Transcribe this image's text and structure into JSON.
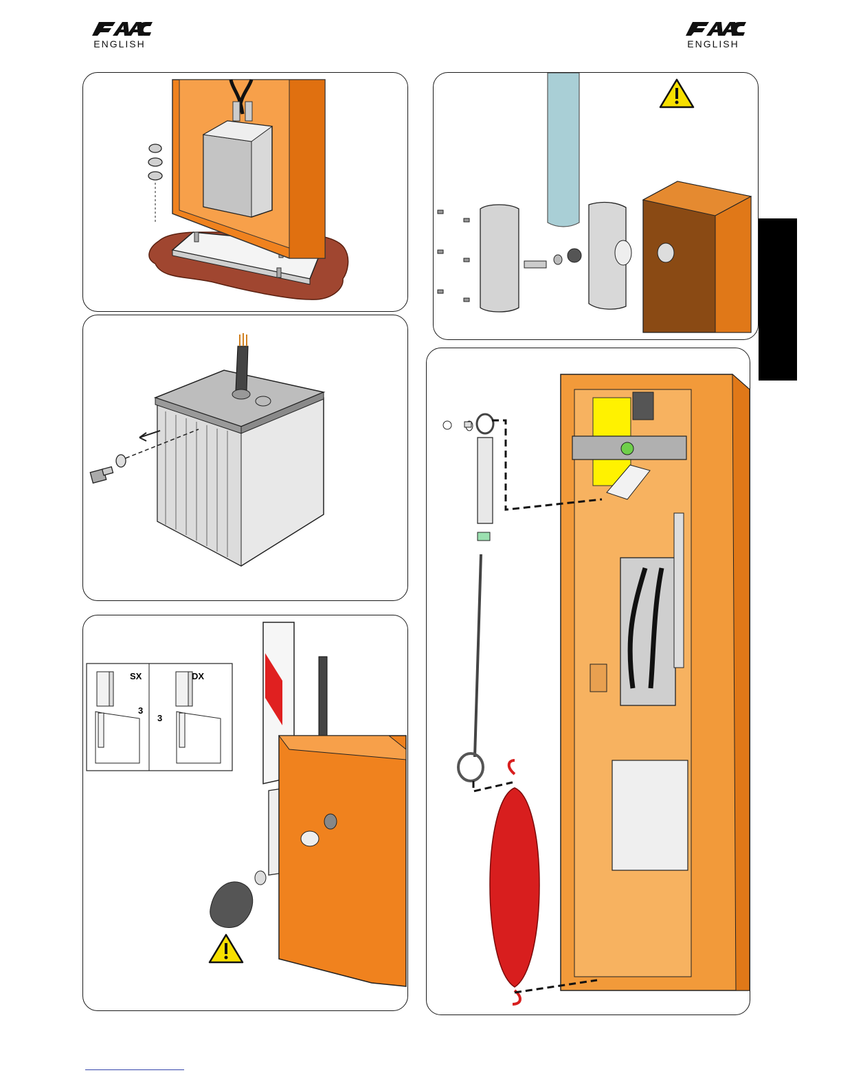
{
  "header": {
    "left": {
      "logo_icon": "faac-logo-icon",
      "language": "ENGLISH"
    },
    "right": {
      "logo_icon": "faac-logo-icon",
      "language": "ENGLISH"
    }
  },
  "side_tab": {
    "color": "#000000"
  },
  "figures": {
    "cabinet_base": {
      "icon": "cabinet-on-baseplate-illustration"
    },
    "motor_unit": {
      "icon": "hydraulic-motor-screw-illustration"
    },
    "bar_mounting": {
      "icon": "bar-mounting-illustration",
      "legend": {
        "left_label": "SX",
        "right_label": "DX",
        "callout_left": "3",
        "callout_right": "3"
      },
      "warning_icon": "warning-icon"
    },
    "pole_shells": {
      "icon": "pole-shell-assembly-illustration",
      "warning_icon": "warning-icon"
    },
    "balancing_spring": {
      "icon": "balancing-spring-illustration"
    }
  },
  "colors": {
    "cabinet_orange": "#f0821e",
    "cabinet_dark": "#8a4a14",
    "ground": "#a04630",
    "spring_red": "#d81e1e",
    "warning_yellow": "#f7e000",
    "footer_link": "#3344aa"
  }
}
